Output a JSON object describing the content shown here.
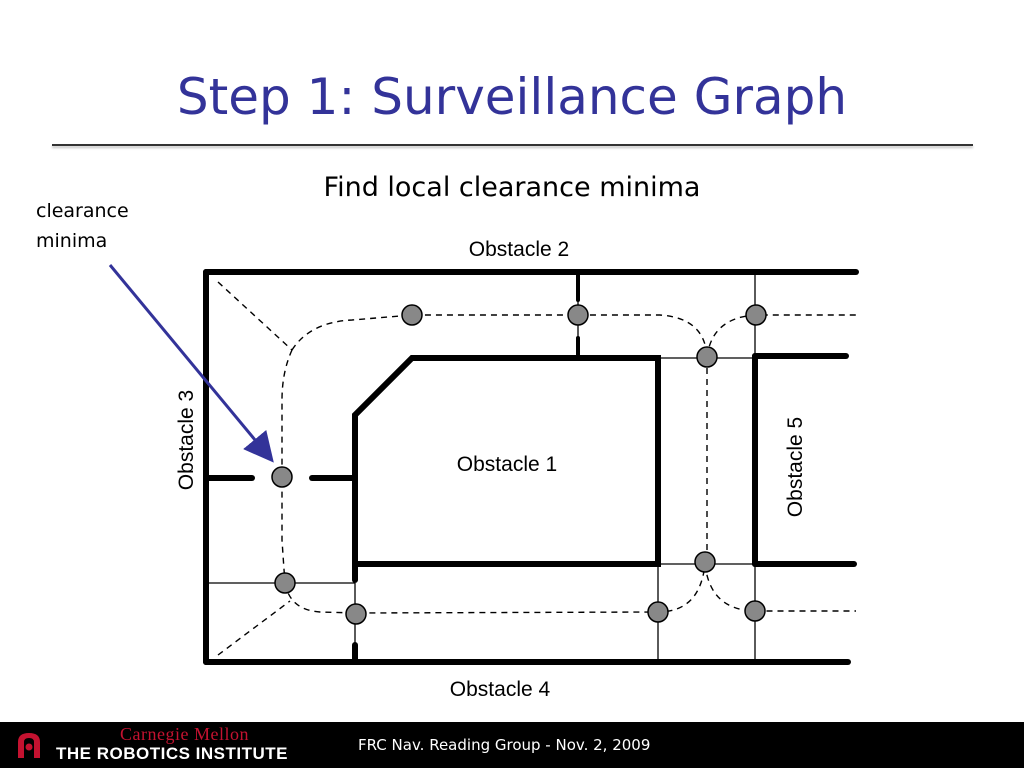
{
  "slide": {
    "title": "Step 1: Surveillance Graph",
    "subtitle": "Find local clearance minima",
    "side_note": {
      "line1": "clearance",
      "line2": "minima"
    }
  },
  "diagram": {
    "obstacles": {
      "o1": "Obstacle 1",
      "o2": "Obstacle 2",
      "o3": "Obstacle 3",
      "o4": "Obstacle 4",
      "o5": "Obstacle 5"
    },
    "arrow_color": "#333399",
    "node_fill": "#888888"
  },
  "footer": {
    "institution_top": "Carnegie Mellon",
    "institution_bottom": "THE ROBOTICS INSTITUTE",
    "text": "FRC Nav. Reading Group - Nov. 2, 2009"
  }
}
